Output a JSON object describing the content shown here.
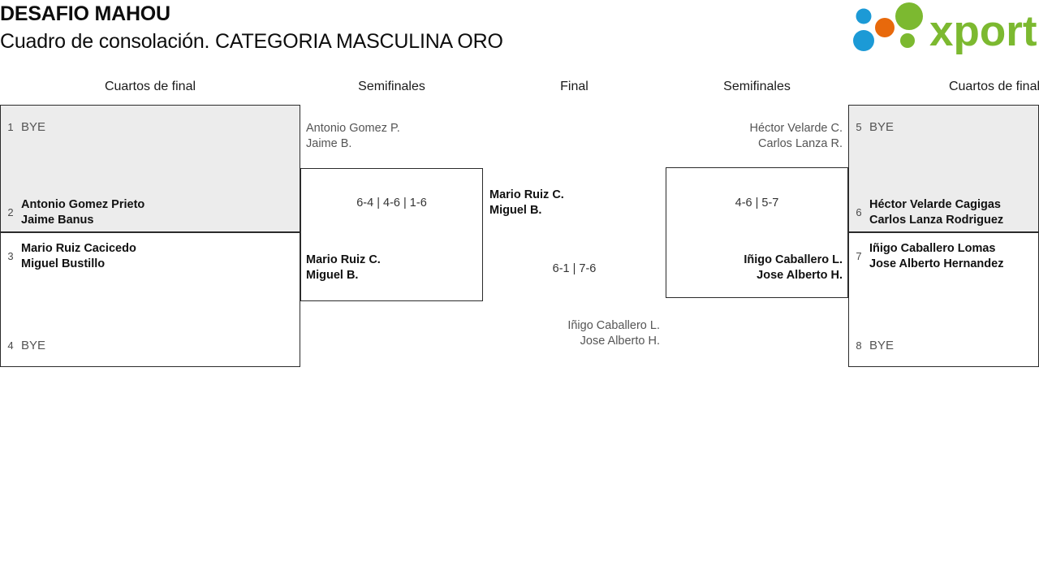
{
  "header": {
    "tournament_title": "DESAFIO MAHOU",
    "bracket_subtitle": "Cuadro de consolación. CATEGORIA MASCULINA ORO",
    "logo_text": "xporty",
    "logo_colors": {
      "green": "#7CB930",
      "blue": "#1C9AD6",
      "orange": "#E8690B"
    }
  },
  "rounds": {
    "left_quarters": "Cuartos de final",
    "left_semis": "Semifinales",
    "final": "Final",
    "right_semis": "Semifinales",
    "right_quarters": "Cuartos de final"
  },
  "left_quarterfinals": [
    {
      "seed_top": "1",
      "player_top": "BYE",
      "seed_bottom": "2",
      "player_bottom_line1": "Antonio Gomez Prieto",
      "player_bottom_line2": "Jaime Banus"
    },
    {
      "seed_top": "3",
      "player_top_line1": "Mario Ruiz Cacicedo",
      "player_top_line2": "Miguel Bustillo",
      "seed_bottom": "4",
      "player_bottom": "BYE"
    }
  ],
  "right_quarterfinals": [
    {
      "seed_top": "5",
      "player_top": "BYE",
      "seed_bottom": "6",
      "player_bottom_line1": "Héctor Velarde Cagigas",
      "player_bottom_line2": "Carlos Lanza Rodriguez"
    },
    {
      "seed_top": "7",
      "player_top_line1": "Iñigo Caballero Lomas",
      "player_top_line2": "Jose Alberto Hernandez",
      "seed_bottom": "8",
      "player_bottom": "BYE"
    }
  ],
  "left_semifinal": {
    "loser_line1": "Antonio Gomez P.",
    "loser_line2": "Jaime B.",
    "score": "6-4 | 4-6 | 1-6",
    "winner_line1": "Mario Ruiz C.",
    "winner_line2": "Miguel B."
  },
  "right_semifinal": {
    "loser_line1": "Héctor Velarde C.",
    "loser_line2": "Carlos Lanza R.",
    "score": "4-6 | 5-7",
    "winner_line1": "Iñigo Caballero L.",
    "winner_line2": "Jose Alberto H."
  },
  "final_match": {
    "left_line1": "Mario Ruiz C.",
    "left_line2": "Miguel B.",
    "score": "6-1 | 7-6",
    "right_line1": "Iñigo Caballero L.",
    "right_line2": "Jose Alberto H."
  }
}
